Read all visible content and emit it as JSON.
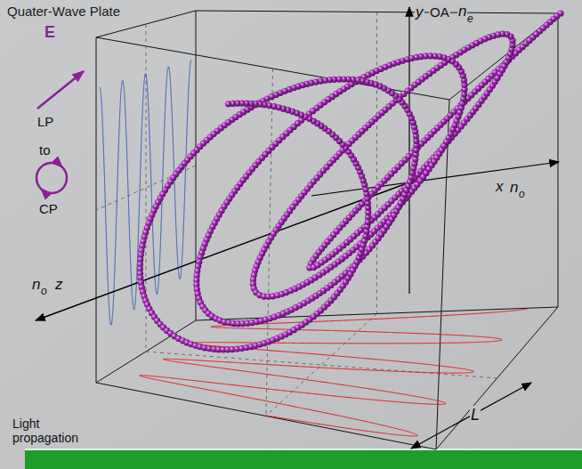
{
  "diagram": {
    "title": "Quater-Wave Plate",
    "labels": [
      "E",
      "LP",
      "to",
      "CP",
      "y",
      "OA",
      "n",
      "e",
      "x",
      "n",
      "o",
      "n",
      "o",
      "z",
      "Light propagation",
      "L"
    ]
  }
}
